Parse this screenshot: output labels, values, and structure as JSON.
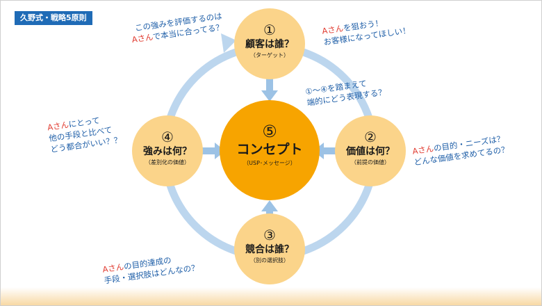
{
  "tag": "久野式・戦略5原則",
  "center": {
    "number": "⑤",
    "title": "コンセプト",
    "subtitle": "（USP･メッセージ）"
  },
  "nodes": {
    "top": {
      "number": "①",
      "title": "顧客は誰？",
      "subtitle": "（ターゲット）"
    },
    "right": {
      "number": "②",
      "title": "価値は何？",
      "subtitle": "（前提の価値）"
    },
    "bottom": {
      "number": "③",
      "title": "競合は誰？",
      "subtitle": "（別の選択肢）"
    },
    "left": {
      "number": "④",
      "title": "強みは何？",
      "subtitle": "（差別化の価値）"
    }
  },
  "notes": {
    "top_left": {
      "line1": "この強みを評価するのは",
      "line2_red": "Aさん",
      "line2_rest": "で本当に合ってる？"
    },
    "top_right": {
      "line1_red": "Aさん",
      "line1_rest": "を狙おう！",
      "line2": "お客様になってほしい！"
    },
    "middle": {
      "line1": "①～④を踏まえて",
      "line2": "端的にどう表現する？"
    },
    "left": {
      "line1_red": "Aさん",
      "line1_rest": "にとって",
      "line2": "他の手段と比べて",
      "line3": "どう都合がいい？？"
    },
    "right": {
      "line1_red": "Aさん",
      "line1_rest": "の目的・ニーズは？",
      "line2": "どんな価値を求めてるの？"
    },
    "bottom": {
      "line1_red": "Aさん",
      "line1_rest": "の目的達成の",
      "line2": "手段・選択肢はどんなの？"
    }
  },
  "colors": {
    "center_fill": "#f7a400",
    "node_fill": "#fbd48a",
    "ring": "#bcd6ee",
    "arrow": "#9cc2e5",
    "note_blue": "#1f5fa8",
    "note_red": "#e03a2f",
    "tag_bg": "#1f6bb6"
  }
}
